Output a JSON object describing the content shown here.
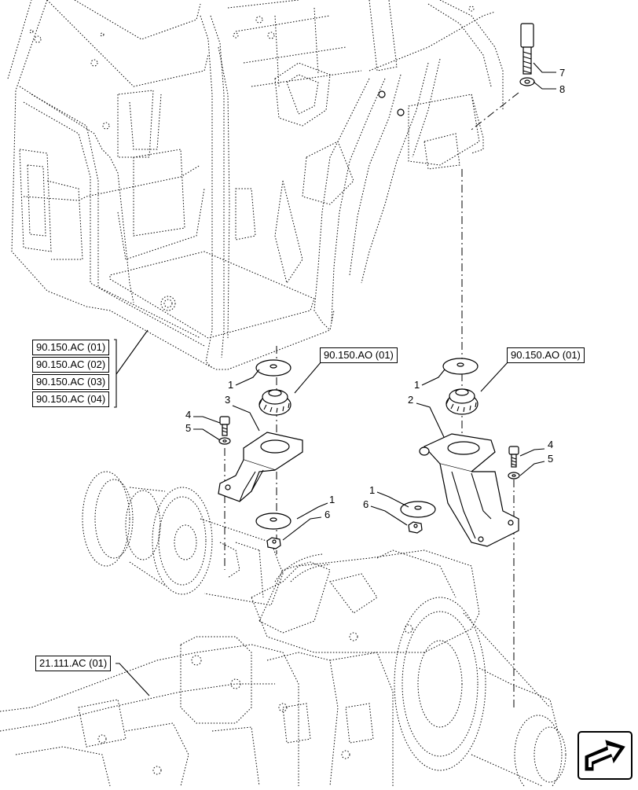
{
  "references": {
    "cab_refs": [
      "90.150.AC (01)",
      "90.150.AC (02)",
      "90.150.AC (03)",
      "90.150.AC (04)"
    ],
    "mount_left": "90.150.AO (01)",
    "mount_right": "90.150.AO (01)",
    "axle_ref": "21.111.AC (01)"
  },
  "callouts": {
    "bolt_top": "7",
    "washer_top": "8",
    "left_washer_top": "1",
    "left_bracket": "3",
    "left_bolt": "4",
    "left_washer_small": "5",
    "left_washer_bottom": "1",
    "left_nut": "6",
    "right_washer_top": "1",
    "right_bracket": "2",
    "right_bolt": "4",
    "right_washer_small": "5",
    "right_washer_bottom": "1",
    "right_nut": "6"
  },
  "navigation": {
    "icon": "navigate-arrow-icon"
  }
}
